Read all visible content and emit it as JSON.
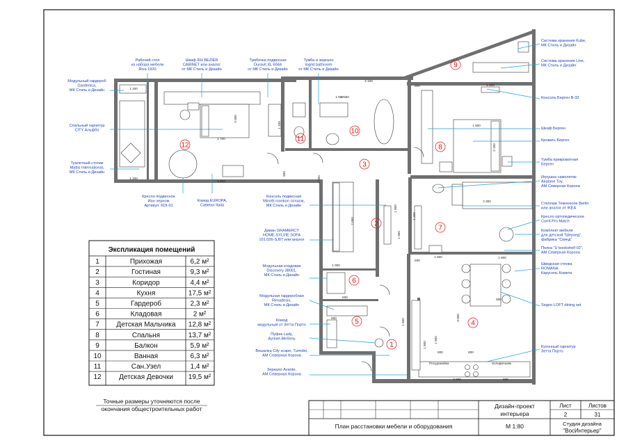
{
  "callouts_left": [
    {
      "t": [
        "Рабочий стол",
        "из набора мебели",
        "Riva 1920"
      ]
    },
    {
      "t": [
        "Шкаф RH BEZIER",
        "CABINET или аналог",
        "от МК Стиль и Дизайн"
      ]
    },
    {
      "t": [
        "Тумбочка подвесная",
        "Duravit XL 6044",
        "от МК Стиль и Дизайн"
      ]
    },
    {
      "t": [
        "Тумба и зеркало",
        "Ingrid bathroom",
        "от МК Стиль и Дизайн"
      ]
    },
    {
      "t": [
        "Модульный гардероб",
        "Gardenica,",
        "МК Стиль и Дизайн"
      ]
    },
    {
      "t": [
        "Спальный гарнитур",
        "CITY Альфбо"
      ]
    },
    {
      "t": [
        "Туалетный столик",
        "Mattis International,",
        "МК Стиль и Дизайн"
      ]
    },
    {
      "t": [
        "Кресло подвесное",
        "Иан черном",
        "Артикул: KDI-01"
      ]
    },
    {
      "t": [
        "Комод EUROPA,",
        "Cattelan Italia"
      ]
    },
    {
      "t": [
        "Консоль подвесная",
        "Minotti monkon ocnacм,",
        "МК Стиль и Дизайн"
      ]
    },
    {
      "t": [
        "Диван GRAMERCY",
        "HOME-SYLVIE SOFA",
        "101.026-SJ07 или аналог"
      ]
    },
    {
      "t": [
        "Модульная кладовая",
        "Discovery 38001,",
        "МК Стиль и Дизайн"
      ]
    },
    {
      "t": [
        "Модульная гардеробная",
        "Rimadesio,",
        "МК Стиль и Дизайн"
      ]
    },
    {
      "t": [
        "Комод",
        "модульный от Зетта Порто"
      ]
    },
    {
      "t": [
        "Пуфик Lady,",
        "Ayrinet-Мебель"
      ]
    },
    {
      "t": [
        "Вешалка City scape, Tumidei,",
        "AM Северная Корона"
      ]
    },
    {
      "t": [
        "Зеркало Avante,",
        "AM Северная Корона"
      ]
    }
  ],
  "callouts_right": [
    {
      "t": [
        "Система хранения Kube,",
        "МК Стиль и Дизайн"
      ]
    },
    {
      "t": [
        "Система хранения Line,",
        "МК Стиль и Дизайн"
      ]
    },
    {
      "t": [
        "Консоль Берген В-33"
      ]
    },
    {
      "t": [
        "Шкаф Берген"
      ]
    },
    {
      "t": [
        "Кровать Берген"
      ]
    },
    {
      "t": [
        "Тумба прикроватная",
        "Берген"
      ]
    },
    {
      "t": [
        "Игрушка самолетик",
        "Airplane Toy,",
        "AM Северная Корона"
      ]
    },
    {
      "t": [
        "Стеллаж Темнохоne Berlin",
        "или аналог от IKEA"
      ]
    },
    {
      "t": [
        "Кресло ортопедическое",
        "Comf-Pro Match"
      ]
    },
    {
      "t": [
        "Комплект мебели",
        "для детской \"Шерхед\",",
        "фабрика \"Скинд\""
      ]
    },
    {
      "t": [
        "Полка \"U bookshelf 02\",",
        "AM Северная Корона"
      ]
    },
    {
      "t": [
        "Шведская стенка",
        "ROMANA",
        "Карусель Комета"
      ]
    },
    {
      "t": [
        "Segno LOFT dining set"
      ]
    },
    {
      "t": [
        "Кухонный гарнитур",
        "Зетта Порто"
      ]
    }
  ],
  "room_numbers": [
    "1",
    "2",
    "3",
    "4",
    "5",
    "6",
    "7",
    "8",
    "9",
    "10",
    "11",
    "12"
  ],
  "dimensions": [
    "1 100",
    "1 100",
    "2 100",
    "1 550",
    "2 000",
    "1 700",
    "1 100",
    "1 800",
    "900",
    "1 550",
    "1 550",
    "800",
    "1 200",
    "1 800",
    "2 150",
    "1 800",
    "2 300",
    "1 800",
    "1 000",
    "1 200",
    "1 500",
    "600",
    "600",
    "1 000",
    "1 500",
    "1 800",
    "2 000",
    "600",
    "900",
    "3 000",
    "1 600",
    "800",
    "800",
    "2 900",
    "900"
  ],
  "explication": {
    "title": "Экспликация помещений",
    "rows": [
      {
        "n": "1",
        "name": "Прихожая",
        "area": "6,2 м²"
      },
      {
        "n": "2",
        "name": "Гостиная",
        "area": "9,3 м²"
      },
      {
        "n": "3",
        "name": "Коридор",
        "area": "4,4 м²"
      },
      {
        "n": "4",
        "name": "Кухня",
        "area": "17,5 м²"
      },
      {
        "n": "5",
        "name": "Гардероб",
        "area": "2,3 м²"
      },
      {
        "n": "6",
        "name": "Кладовая",
        "area": "2 м²"
      },
      {
        "n": "7",
        "name": "Детская Мальчика",
        "area": "12,8 м²"
      },
      {
        "n": "8",
        "name": "Спальня",
        "area": "13,7 м²"
      },
      {
        "n": "9",
        "name": "Балкон",
        "area": "5,9 м²"
      },
      {
        "n": "10",
        "name": "Ванная",
        "area": "6,3 м²"
      },
      {
        "n": "11",
        "name": "Сан.Узел",
        "area": "1,4 м²"
      },
      {
        "n": "12",
        "name": "Детская Девочки",
        "area": "19,5 м²"
      }
    ]
  },
  "note": [
    "Точные размеры уточняются после",
    "окончания общестроительных работ"
  ],
  "title_block": {
    "project": [
      "Дизайн-проект",
      "интерьера"
    ],
    "sheet_label": "Лист",
    "sheets_label": "Листов",
    "sheet": "2",
    "sheets": "31",
    "drawing": "План расстановки мебели и оборудования",
    "scale": "М 1:80",
    "studio": [
      "Студия дизайна",
      "\"ВосИнтерьер\""
    ]
  },
  "kitchen_labels": [
    "Посудомойка",
    "Холодильник"
  ],
  "colors": {
    "callout": "#1a3fbf",
    "leader": "#1a9fd6",
    "room_number": "#dd1111",
    "wall": "#6f6f6f"
  }
}
